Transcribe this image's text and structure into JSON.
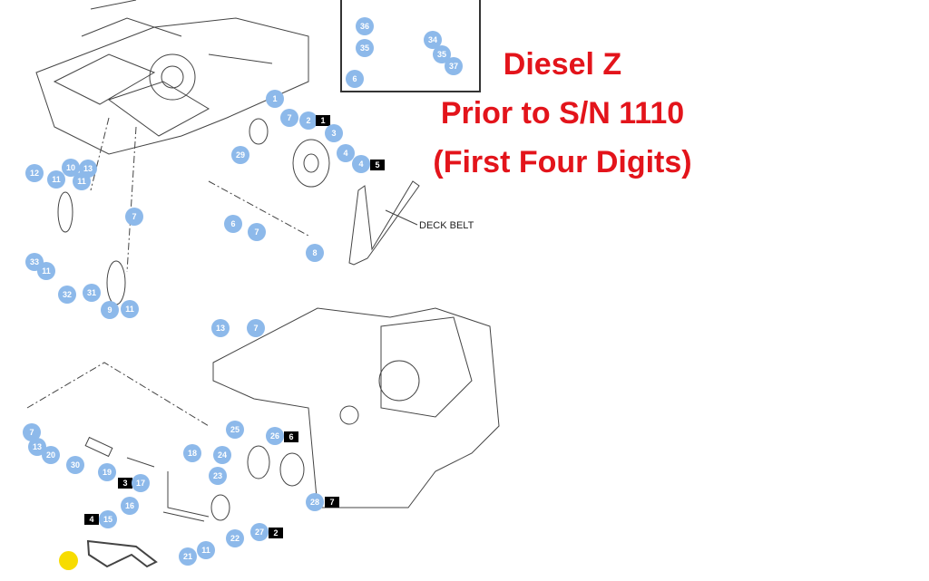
{
  "title": {
    "line1": "Diesel Z",
    "line2": "Prior to S/N 1110",
    "line3": "(First Four Digits)"
  },
  "deck_belt_label": "DECK BELT",
  "callouts": {
    "a1": "1",
    "a2": "7",
    "a3": "2",
    "a4": "3",
    "a5": "29",
    "a6": "4",
    "a7": "4",
    "a8": "12",
    "a9": "10",
    "a10": "13",
    "a11": "11",
    "a12": "11",
    "a13": "7",
    "a14": "6",
    "a15": "7",
    "a16": "8",
    "a17": "33",
    "a18": "11",
    "a19": "32",
    "a20": "31",
    "a21": "9",
    "a22": "11",
    "i1": "36",
    "i2": "35",
    "i3": "34",
    "i4": "35",
    "i5": "37",
    "i6": "6",
    "b1": "13",
    "b2": "7",
    "b3": "7",
    "b4": "13",
    "b5": "20",
    "b6": "30",
    "b7": "19",
    "b8": "18",
    "b9": "17",
    "b10": "16",
    "b11": "15",
    "b12": "25",
    "b13": "26",
    "b14": "24",
    "b15": "23",
    "b16": "28",
    "b17": "22",
    "b18": "27",
    "b19": "21",
    "b20": "11"
  },
  "tags": {
    "t1": "1",
    "t2": "5",
    "t3": "3",
    "t4": "4",
    "t5": "6",
    "t6": "7",
    "t7": "2"
  },
  "colors": {
    "callout": "#8db9ea",
    "title": "#e3141b",
    "highlight": "#f7dc00"
  }
}
